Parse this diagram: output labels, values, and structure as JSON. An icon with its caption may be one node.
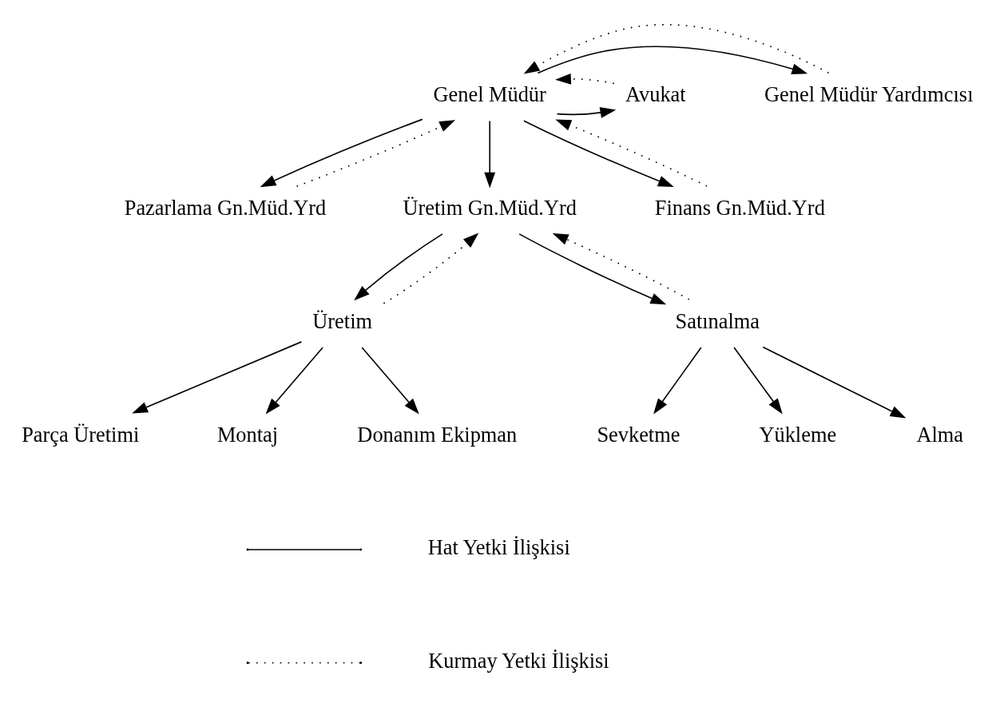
{
  "diagram": {
    "nodes": [
      {
        "text": [
          "Genel Müdür"
        ]
      },
      {
        "text": [
          "Genel Müdür Yardımcısı"
        ]
      },
      {
        "text": [
          "Avukat"
        ]
      },
      {
        "text": [
          "Pazarlama Gn.Müd.Yrd"
        ]
      },
      {
        "text": [
          "Üretim Gn.Müd.Yrd"
        ]
      },
      {
        "text": [
          "Finans Gn.Müd.Yrd"
        ]
      },
      {
        "text": [
          "Üretim"
        ]
      },
      {
        "text": [
          "Satınalma"
        ]
      },
      {
        "text": [
          "Parça Üretimi"
        ]
      },
      {
        "text": [
          "Montaj"
        ]
      },
      {
        "text": [
          "Donanım Ekipman"
        ]
      },
      {
        "text": [
          "Sevketme"
        ]
      },
      {
        "text": [
          "Yükleme"
        ]
      },
      {
        "text": [
          "Alma"
        ]
      }
    ],
    "edges": [
      {
        "from": 0,
        "to": 1,
        "arrow": "to"
      },
      {
        "from": 0,
        "to": 2,
        "arrow": "to"
      },
      {
        "from": 1,
        "to": 0,
        "arrow": "to",
        "style": "dashed"
      },
      {
        "from": 2,
        "to": 0,
        "arrow": "to",
        "style": "dashed"
      },
      {
        "from": 0,
        "to": 3,
        "arrow": "to"
      },
      {
        "from": 0,
        "to": 4,
        "arrow": "to"
      },
      {
        "from": 0,
        "to": 5,
        "arrow": "to"
      },
      {
        "from": 3,
        "to": 0,
        "arrow": "to",
        "style": "dashed"
      },
      {
        "from": 5,
        "to": 0,
        "arrow": "to",
        "style": "dashed"
      },
      {
        "from": 4,
        "to": 6,
        "arrow": "to"
      },
      {
        "from": 4,
        "to": 7,
        "arrow": "to"
      },
      {
        "from": 6,
        "to": 4,
        "arrow": "to",
        "style": "dashed"
      },
      {
        "from": 7,
        "to": 4,
        "arrow": "to",
        "style": "dashed"
      },
      {
        "from": 6,
        "to": 8,
        "arrow": "to"
      },
      {
        "from": 6,
        "to": 9,
        "arrow": "to"
      },
      {
        "from": 6,
        "to": 10,
        "arrow": "to"
      },
      {
        "from": 7,
        "to": 11,
        "arrow": "to"
      },
      {
        "from": 7,
        "to": 12,
        "arrow": "to"
      },
      {
        "from": 7,
        "to": 13,
        "arrow": "to"
      }
    ],
    "legend": [
      {
        "text": "Hat Yetki İlişkisi"
      },
      {
        "text": "Kurmay Yetki İlişkisi"
      }
    ]
  }
}
